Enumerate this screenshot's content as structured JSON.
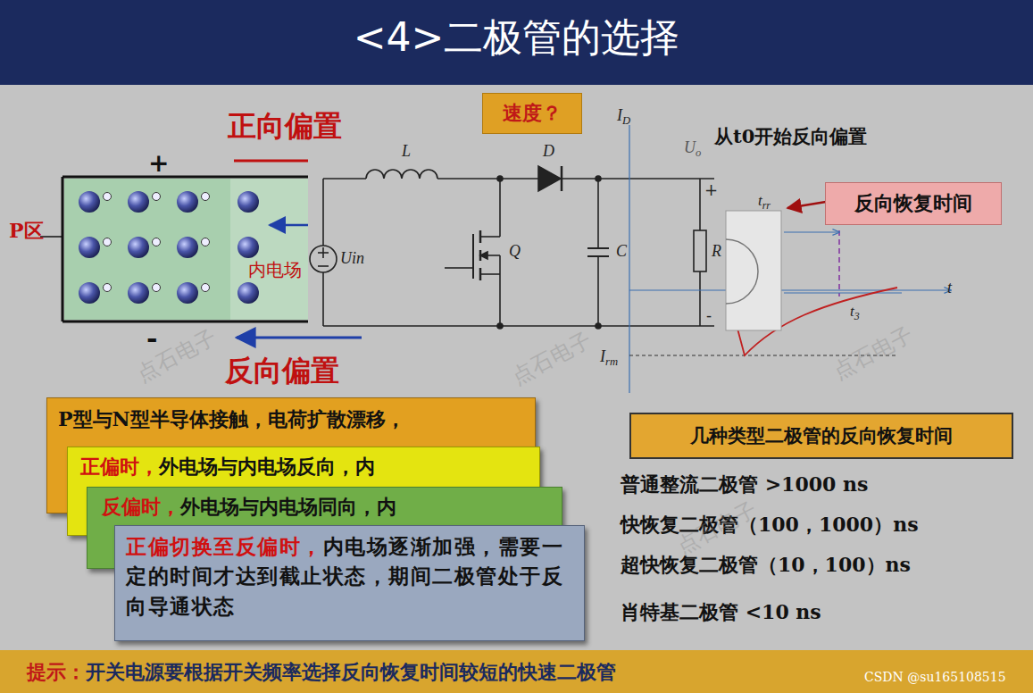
{
  "diagram": {
    "title": "<4>二极管的选择",
    "nodes": [
      {
        "text": [
          "速度？"
        ]
      },
      {
        "text": [
          "反向恢复时间"
        ]
      },
      {
        "text": [
          "几种类型二极管的反向恢复时间"
        ]
      },
      {
        "text": [
          "P型与N型半导体接触，电荷扩散漂移，"
        ]
      },
      {
        "text": [
          "正偏时，",
          "外电场与内电场反向，内"
        ]
      },
      {
        "text": [
          "反偏时，",
          "外电场与内电场同向，内"
        ]
      },
      {
        "text": [
          "正偏切换至反偏时，",
          "内电场逐渐加强，需要一定的时间才达到截止状态，期间二极管处于反向导通状态"
        ]
      },
      {
        "text": [
          "提示：",
          "开关电源要根据开关频率选择反向恢复时间较短的快速二极管"
        ]
      }
    ],
    "labels": [
      "正向偏置",
      "+",
      "-",
      "P区",
      "内电场",
      "反向偏置",
      "L",
      "D",
      "Q",
      "C",
      "R",
      "Uin",
      "+",
      "-",
      "ID",
      "Uo",
      "从t0开始反向偏置",
      "trr",
      "t",
      "t3",
      "Irm",
      "普通整流二极管 >1000 ns",
      "快恢复二极管（100，1000）ns",
      "超快恢复二极管（10，100）ns",
      "肖特基二极管 <10 ns",
      "点石电子",
      "点石电子",
      "点石电子",
      "点石电子",
      "CSDN @su165108515"
    ]
  }
}
